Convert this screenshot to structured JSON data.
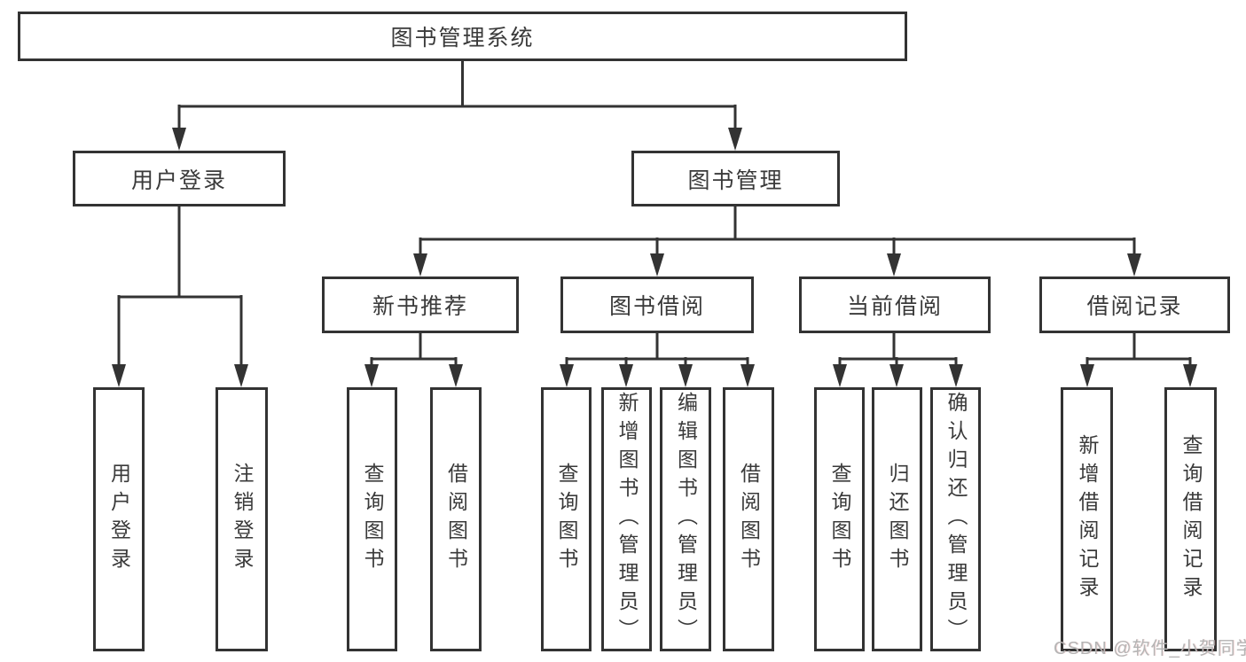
{
  "tree": {
    "label": "图书管理系统",
    "children": [
      {
        "label": "用户登录",
        "children": [
          {
            "label": "用户登录"
          },
          {
            "label": "注销登录"
          }
        ]
      },
      {
        "label": "图书管理",
        "children": [
          {
            "label": "新书推荐",
            "children": [
              {
                "label": "查询图书"
              },
              {
                "label": "借阅图书"
              }
            ]
          },
          {
            "label": "图书借阅",
            "children": [
              {
                "label": "查询图书"
              },
              {
                "label": "新增图书（管理员）"
              },
              {
                "label": "编辑图书（管理员）"
              },
              {
                "label": "借阅图书"
              }
            ]
          },
          {
            "label": "当前借阅",
            "children": [
              {
                "label": "查询图书"
              },
              {
                "label": "归还图书"
              },
              {
                "label": "确认归还（管理员）"
              }
            ]
          },
          {
            "label": "借阅记录",
            "children": [
              {
                "label": "新增借阅记录"
              },
              {
                "label": "查询借阅记录"
              }
            ]
          }
        ]
      }
    ]
  },
  "watermark": {
    "text": "CSDN @软件_小贺同学"
  },
  "colors": {
    "line": "#333333",
    "text": "#3a3a3a",
    "watermark": "#b5b5b5",
    "background": "#ffffff"
  }
}
